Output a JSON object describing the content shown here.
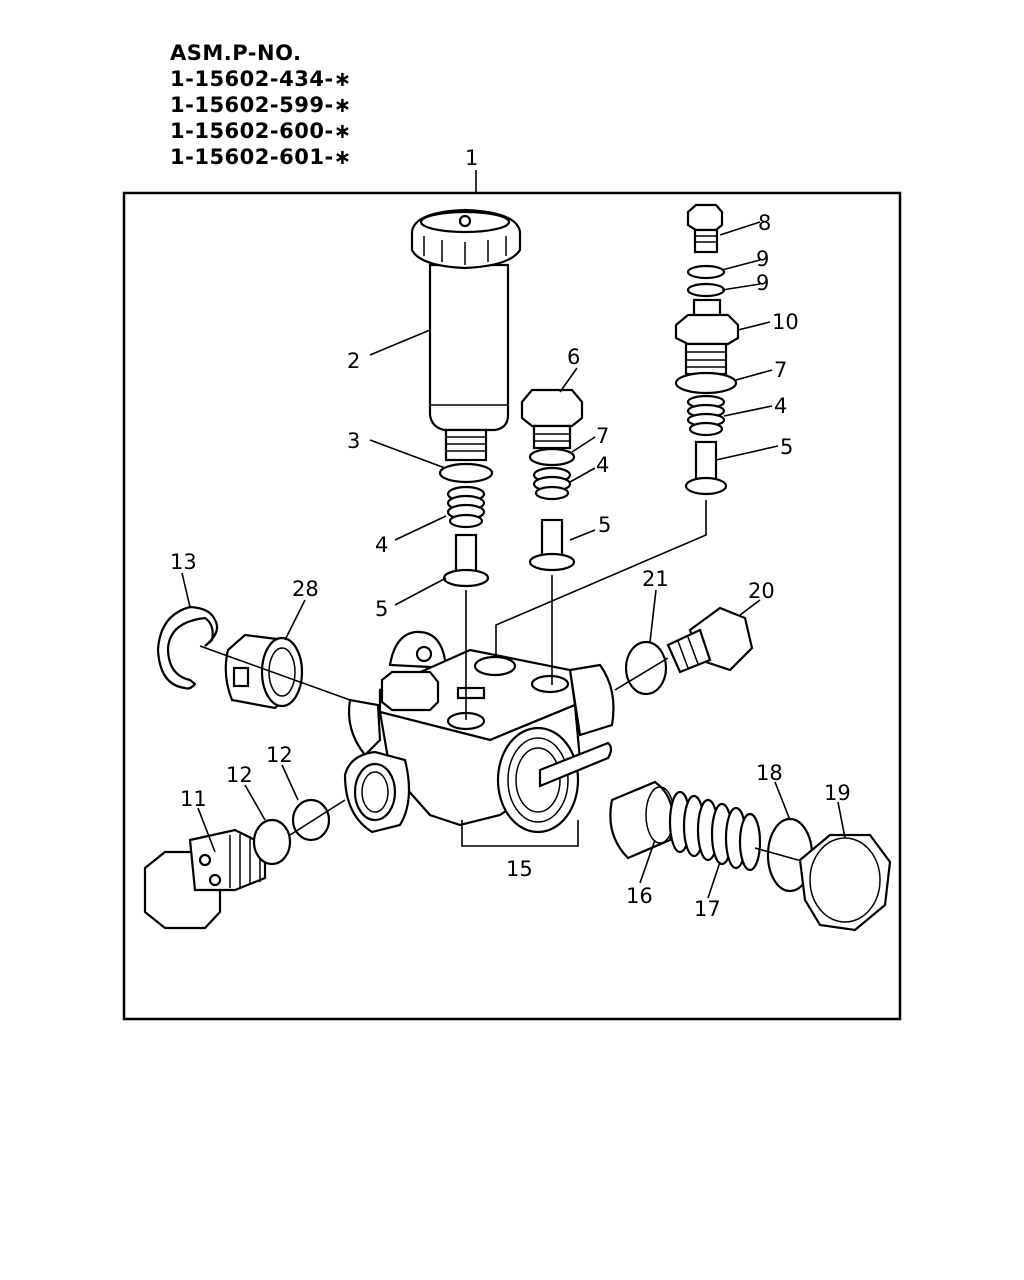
{
  "header": {
    "title": "ASM.P-NO.",
    "part_numbers": [
      "1-15602-434-∗",
      "1-15602-599-∗",
      "1-15602-600-∗",
      "1-15602-601-∗"
    ]
  },
  "callouts": {
    "c1": "1",
    "c2": "2",
    "c3": "3",
    "c4a": "4",
    "c4b": "4",
    "c4c": "4",
    "c5a": "5",
    "c5b": "5",
    "c5c": "5",
    "c6": "6",
    "c7a": "7",
    "c7b": "7",
    "c8": "8",
    "c9a": "9",
    "c9b": "9",
    "c10": "10",
    "c11": "11",
    "c12a": "12",
    "c12b": "12",
    "c13": "13",
    "c15": "15",
    "c16": "16",
    "c17": "17",
    "c18": "18",
    "c19": "19",
    "c20": "20",
    "c21": "21",
    "c28": "28"
  }
}
